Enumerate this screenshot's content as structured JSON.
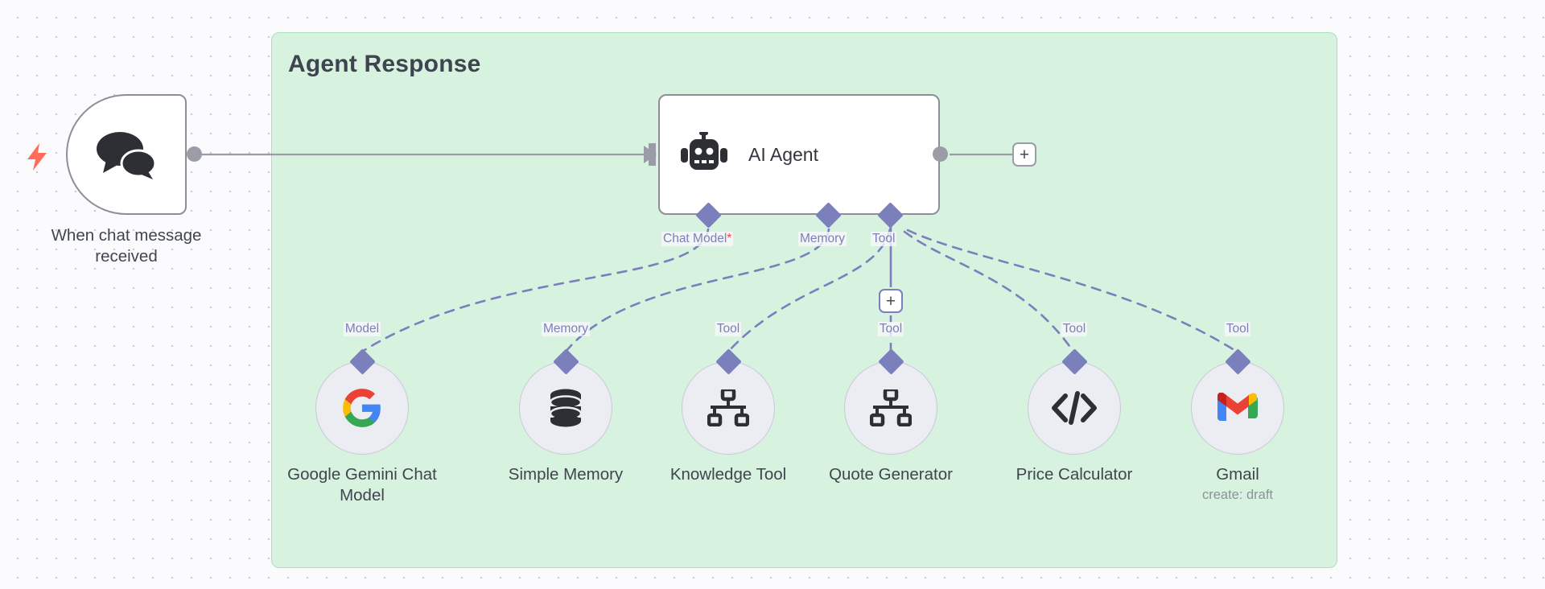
{
  "canvas": {
    "background_color": "#fbfbfd",
    "grid_dot_color": "#c8c9d6"
  },
  "group": {
    "title": "Agent Response",
    "fill_color": "#d8f2e0",
    "border_color": "#a9e0bd"
  },
  "trigger": {
    "label": "When chat message received",
    "icon": "chat-bubbles-icon",
    "bolt_icon": "lightning-bolt-icon",
    "bolt_color": "#ff6d5a"
  },
  "agent": {
    "title": "AI Agent",
    "icon": "robot-icon",
    "ports": [
      {
        "label": "Chat Model",
        "required": true
      },
      {
        "label": "Memory",
        "required": false
      },
      {
        "label": "Tool",
        "required": false
      }
    ],
    "output_plus_label": "+",
    "tool_plus_label": "+"
  },
  "accent": {
    "port_purple": "#7b7fbb",
    "required_asterisk": "#f04a3f",
    "node_border": "#8c8f99"
  },
  "sub_nodes": [
    {
      "name": "Google Gemini Chat Model",
      "port_label": "Model",
      "icon": "google-g-icon",
      "sub": ""
    },
    {
      "name": "Simple Memory",
      "port_label": "Memory",
      "icon": "database-icon",
      "sub": ""
    },
    {
      "name": "Knowledge Tool",
      "port_label": "Tool",
      "icon": "sitemap-icon",
      "sub": ""
    },
    {
      "name": "Quote Generator",
      "port_label": "Tool",
      "icon": "sitemap-icon",
      "sub": ""
    },
    {
      "name": "Price Calculator",
      "port_label": "Tool",
      "icon": "code-brackets-icon",
      "sub": ""
    },
    {
      "name": "Gmail",
      "port_label": "Tool",
      "icon": "gmail-icon",
      "sub": "create: draft"
    }
  ]
}
